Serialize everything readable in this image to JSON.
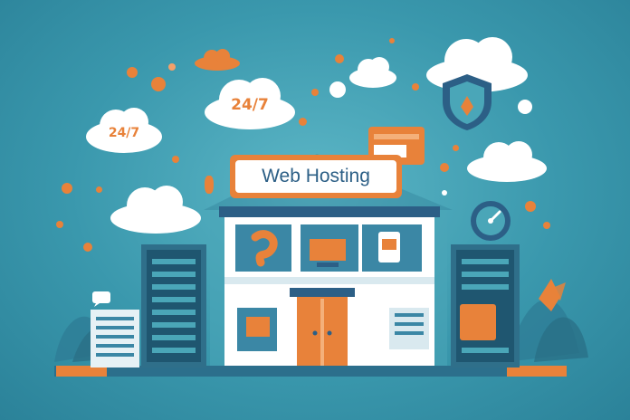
{
  "sign": {
    "title": "Web Hosting"
  },
  "clouds": [
    {
      "label": "24/7"
    },
    {
      "label": "24/7"
    }
  ],
  "icons": {
    "shield": "shield-icon",
    "gauge": "gauge-icon",
    "server": "server-rack-icon",
    "cloud": "cloud-icon"
  },
  "colors": {
    "background": "#3a98ad",
    "accent": "#e8823a",
    "building": "#ffffff",
    "dark": "#2c5f86",
    "rack": "#2f6f8a"
  }
}
